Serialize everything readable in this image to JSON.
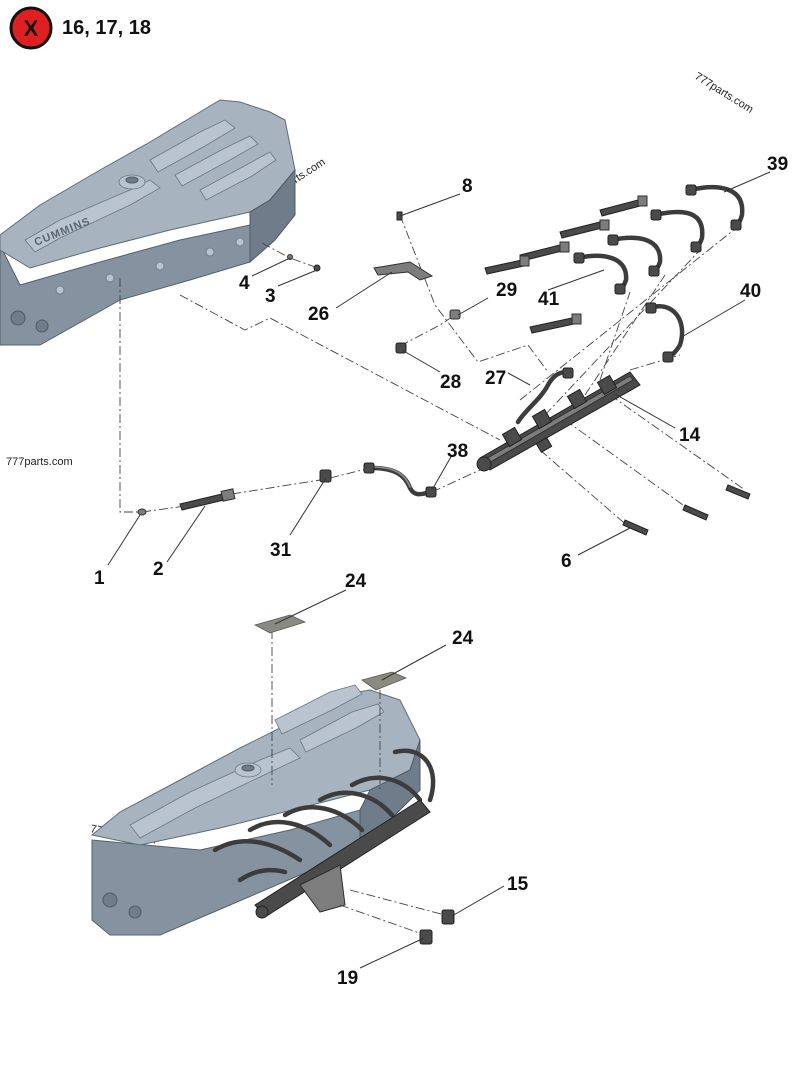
{
  "header": {
    "badge_glyph": "X",
    "badge_color": "#e02020",
    "codes": "16, 17, 18"
  },
  "watermarks": {
    "w1": "777parts.com",
    "w2": "777parts.com",
    "w3": "777parts.com",
    "w4": "777parts.com"
  },
  "engine_brand": "CUMMINS",
  "callouts": {
    "c1": "1",
    "c2": "2",
    "c3": "3",
    "c4": "4",
    "c6": "6",
    "c8": "8",
    "c14": "14",
    "c15": "15",
    "c19": "19",
    "c24a": "24",
    "c24b": "24",
    "c26": "26",
    "c27": "27",
    "c28": "28",
    "c29": "29",
    "c31": "31",
    "c38": "38",
    "c39": "39",
    "c40": "40",
    "c41": "41"
  }
}
